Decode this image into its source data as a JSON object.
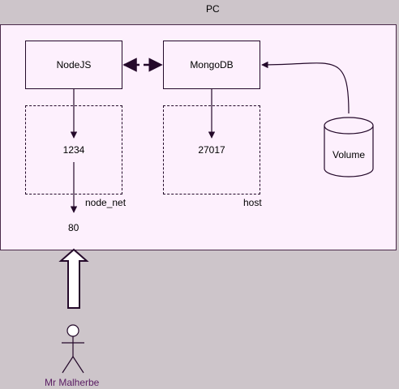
{
  "pc": {
    "title": "PC"
  },
  "services": {
    "nodejs": "NodeJS",
    "mongodb": "MongoDB"
  },
  "ports": {
    "node_internal": "1234",
    "mongo": "27017",
    "exposed": "80"
  },
  "networks": {
    "node": "node_net",
    "host": "host"
  },
  "storage": {
    "volume": "Volume"
  },
  "actor": {
    "name": "Mr Malherbe"
  },
  "colors": {
    "background": "#cdc5ca",
    "pc_fill": "#fdf0fd",
    "stroke": "#24092a",
    "actor_text": "#5a1d63"
  }
}
